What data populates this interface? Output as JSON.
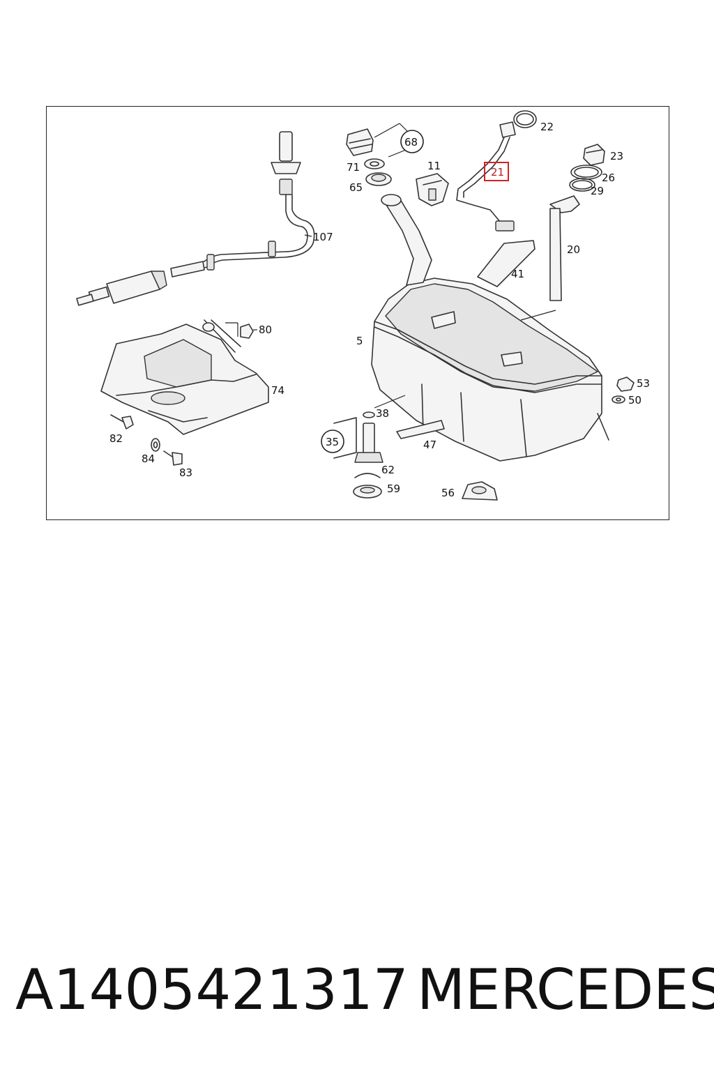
{
  "diagram": {
    "callouts": {
      "p5": "5",
      "p11": "11",
      "p20": "20",
      "p21": "21",
      "p22": "22",
      "p23": "23",
      "p26": "26",
      "p29": "29",
      "p35": "35",
      "p38": "38",
      "p41": "41",
      "p47": "47",
      "p50": "50",
      "p53": "53",
      "p56": "56",
      "p59": "59",
      "p62": "62",
      "p65": "65",
      "p68": "68",
      "p71": "71",
      "p74": "74",
      "p80": "80",
      "p82": "82",
      "p83": "83",
      "p84": "84",
      "p107": "107"
    },
    "highlighted_part": "21",
    "highlight_color": "#d62020"
  },
  "footer": {
    "part_number": "A1405421317",
    "brand": "MERCEDES"
  }
}
